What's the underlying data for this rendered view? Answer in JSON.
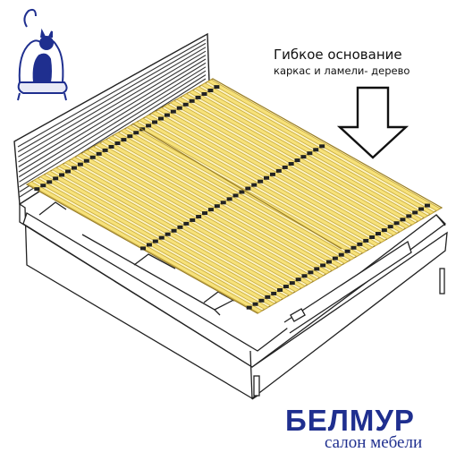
{
  "caption": {
    "title": "Гибкое основание",
    "subtitle": "каркас и ламели- дерево"
  },
  "brand": {
    "name": "БЕЛМУР",
    "tagline": "салон мебели"
  },
  "colors": {
    "slat": "#f7e27a",
    "slat_edge": "#c8aa3c",
    "brand": "#1f2f8f",
    "line": "#222222"
  },
  "icons": [
    "cat-chair-logo",
    "down-arrow-icon"
  ]
}
